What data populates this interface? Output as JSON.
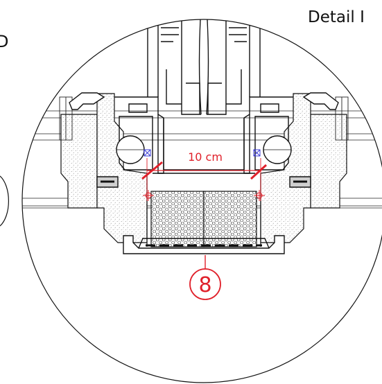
{
  "detail_title": "Detail I",
  "left_label": "D",
  "dimension": {
    "label": "10 cm",
    "color": "#e0202a"
  },
  "callout": {
    "number": "8",
    "color": "#e0202a"
  },
  "colors": {
    "line": "#111111",
    "insulation_stipple": "#9a9a9a",
    "marker_blue": "#3b3bd6",
    "accent_red": "#e0202a"
  },
  "icons": [
    "dimension-line",
    "callout-circle",
    "leader-line",
    "section-cut-marker"
  ]
}
